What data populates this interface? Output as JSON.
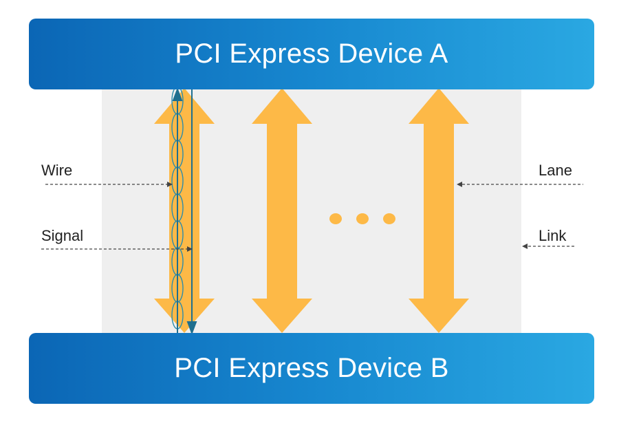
{
  "devices": {
    "top": "PCI Express Device A",
    "bottom": "PCI Express Device B"
  },
  "labels": {
    "wire": "Wire",
    "signal": "Signal",
    "lane": "Lane",
    "link": "Link"
  },
  "colors": {
    "device_gradient": [
      "#0b66b5",
      "#2aa8e2"
    ],
    "lane_arrow": "#fdb947",
    "signal_line": "#1f6f8f",
    "link_background": "#efefef"
  },
  "ellipsis": "• • •"
}
